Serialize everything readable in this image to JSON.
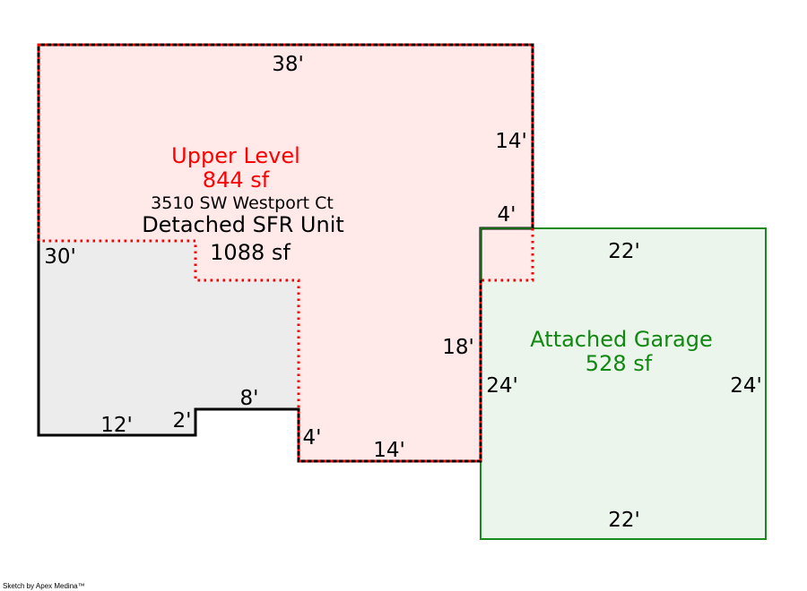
{
  "colors": {
    "upper_fill": "#ffe9e9",
    "lower_fill": "#ececec",
    "garage_fill": "#ebf5eb",
    "garage_stroke": "#1a8a1a",
    "upper_stroke": "#ff0000",
    "label_red": "#ff0000",
    "label_green": "#118811"
  },
  "upper": {
    "name": "Upper Level",
    "area": "844 sf"
  },
  "unit": {
    "address": "3510 SW Westport Ct",
    "name": "Detached SFR Unit",
    "area": "1088 sf"
  },
  "garage": {
    "name": "Attached Garage",
    "area": "528 sf"
  },
  "dims": {
    "top": "38'",
    "right_upper": "14'",
    "step": "4'",
    "left": "30'",
    "bottom_left": "12'",
    "notch_small": "2'",
    "notch_top": "8'",
    "notch_side": "4'",
    "bottom_mid": "14'",
    "right_mid": "18'",
    "garage_top": "22'",
    "garage_left": "24'",
    "garage_right": "24'",
    "garage_bottom": "22'"
  },
  "footer": "Sketch by Apex Medina™"
}
